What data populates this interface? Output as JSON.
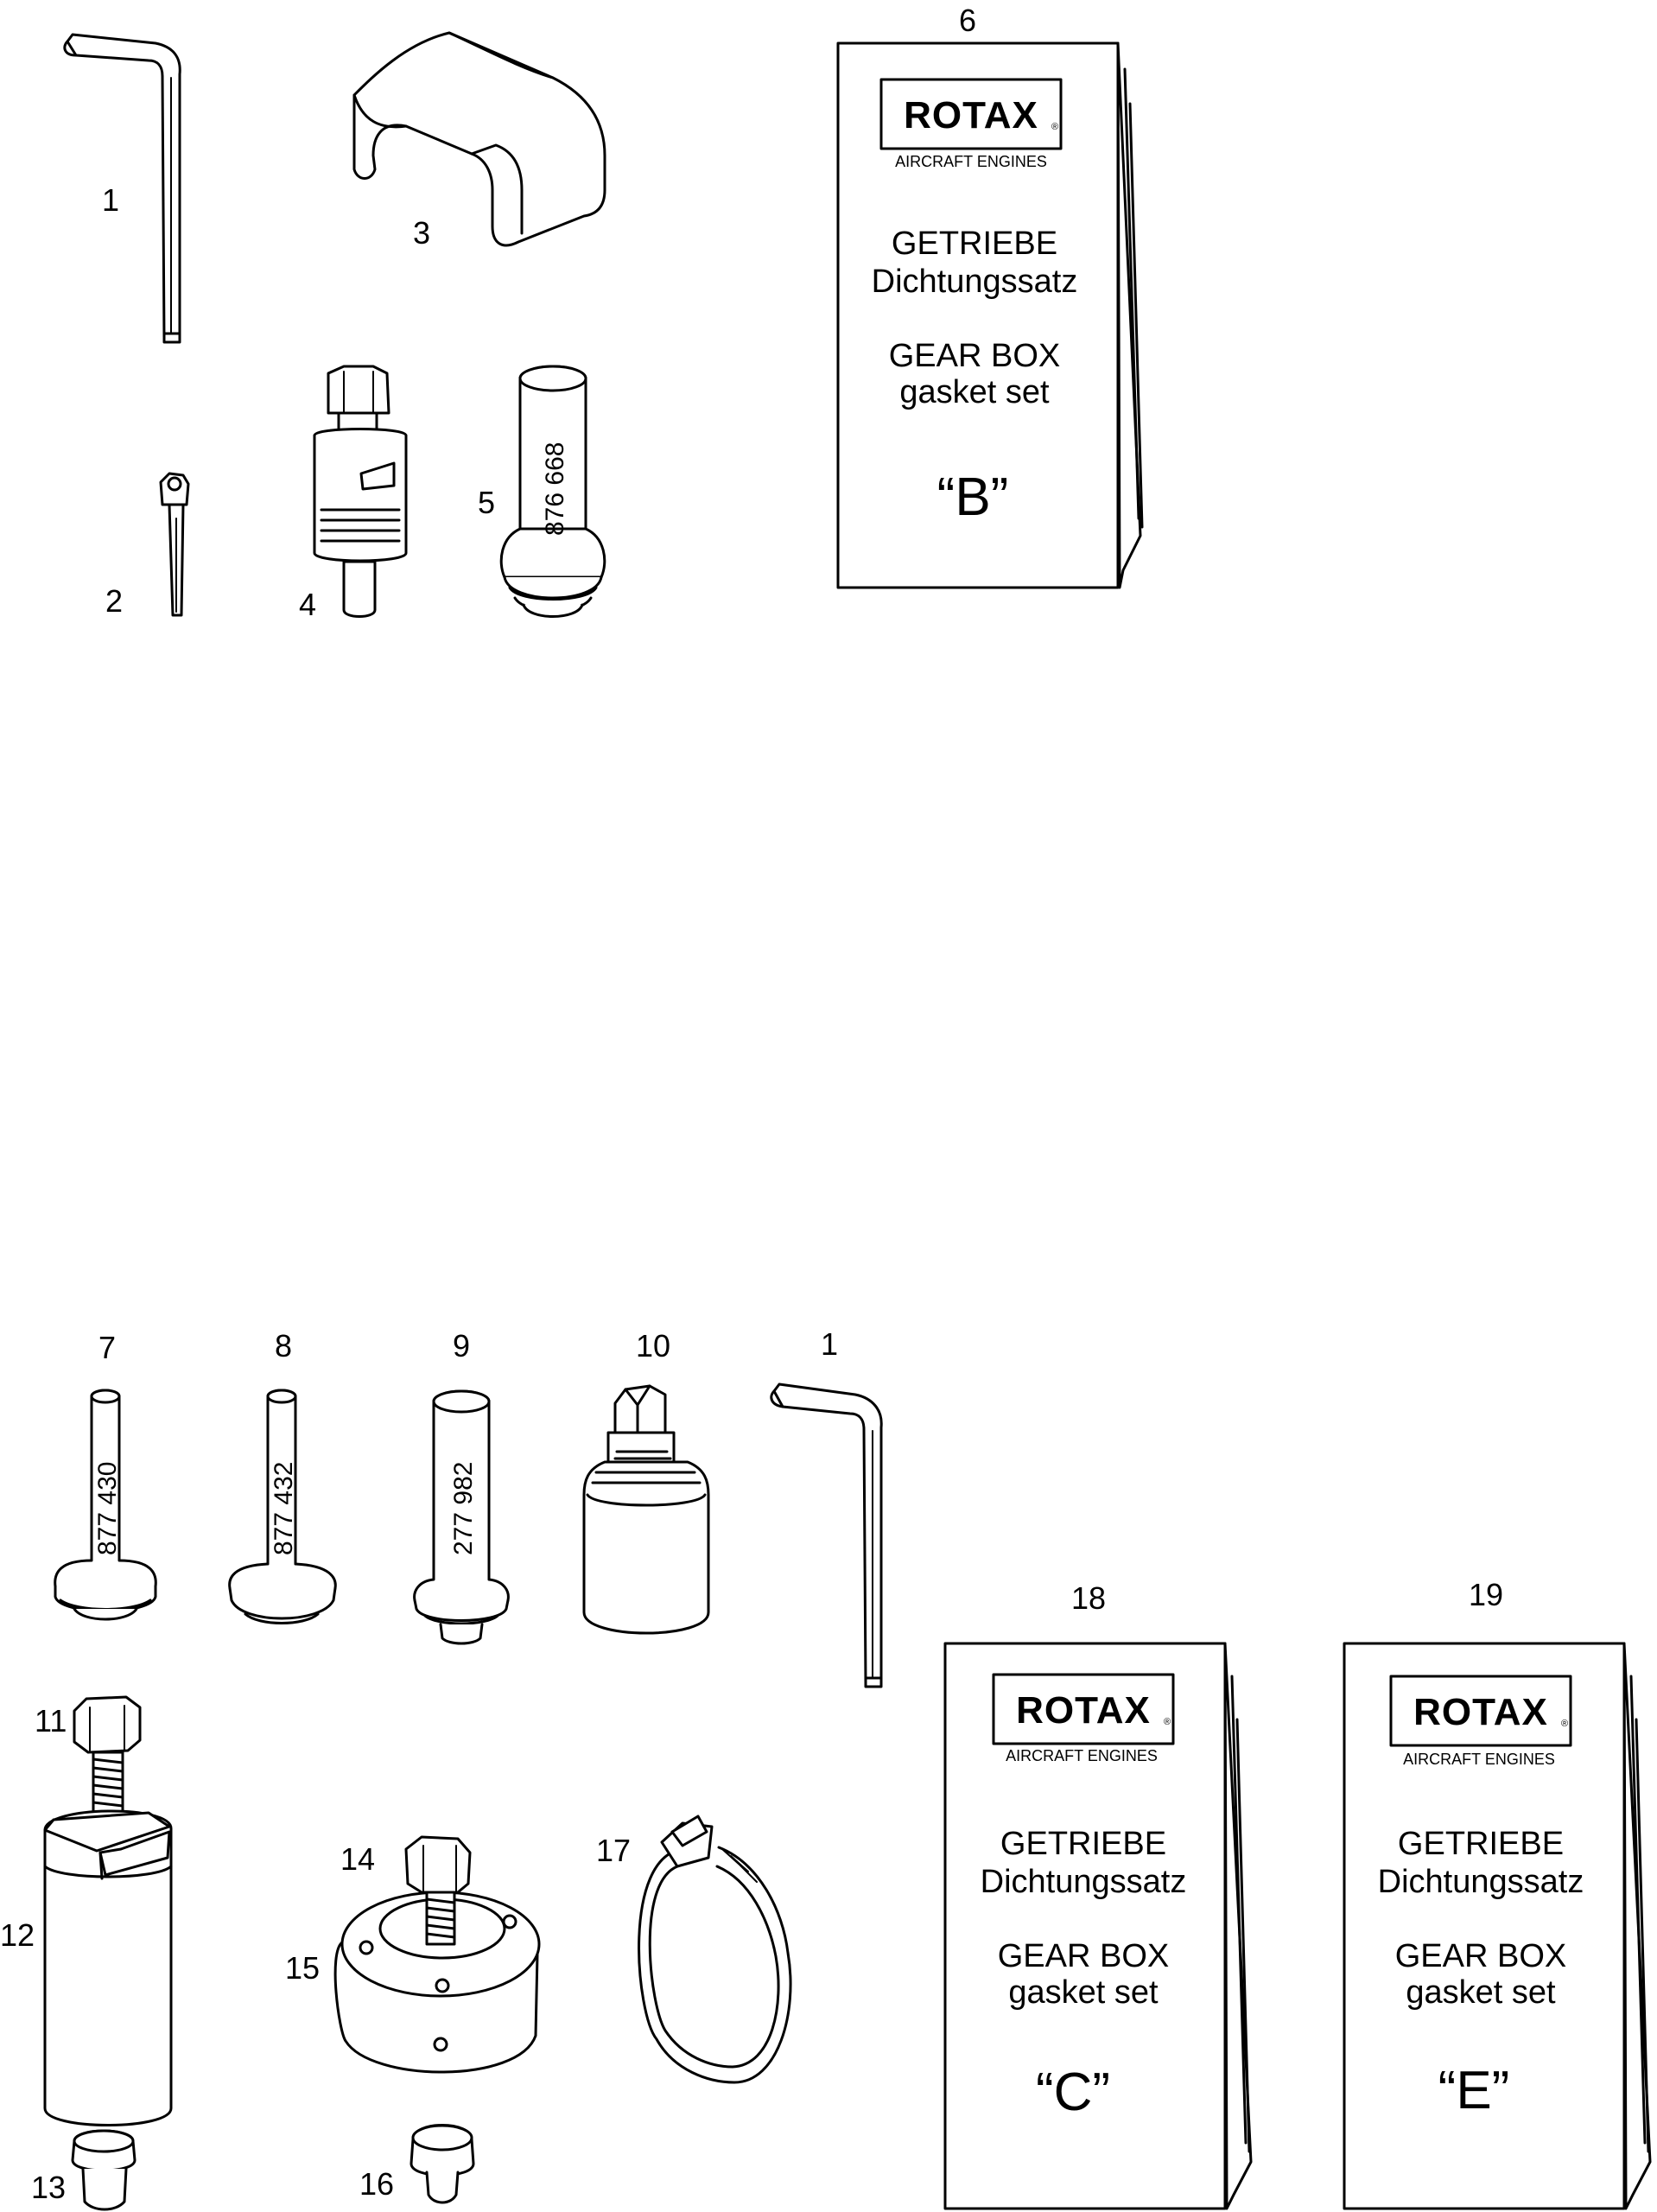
{
  "callouts": {
    "c1_top": "1",
    "c2": "2",
    "c3": "3",
    "c4": "4",
    "c5": "5",
    "c6": "6",
    "c7": "7",
    "c8": "8",
    "c9": "9",
    "c10": "10",
    "c1_bottom": "1",
    "c11": "11",
    "c12": "12",
    "c13": "13",
    "c14": "14",
    "c15": "15",
    "c16": "16",
    "c17": "17",
    "c18": "18",
    "c19": "19"
  },
  "tool_codes": {
    "item5": "876 668",
    "item7": "877 430",
    "item8": "877 432",
    "item9": "277 982"
  },
  "kits": {
    "brand": "ROTAX",
    "registered": "®",
    "brand_sub": "AIRCRAFT ENGINES",
    "line1": "GETRIEBE",
    "line2": "Dichtungssatz",
    "line3": "GEAR BOX",
    "line4": "gasket set",
    "kit_b": "“B”",
    "kit_c": "“C”",
    "kit_e": "“E”"
  }
}
